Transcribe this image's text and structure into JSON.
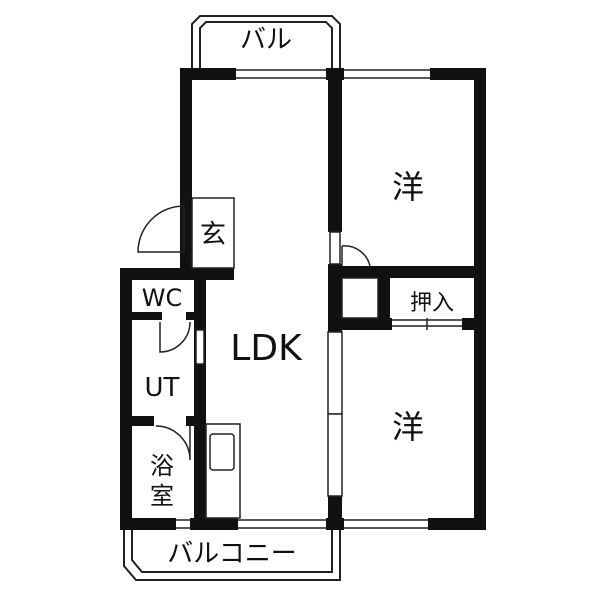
{
  "floorplan": {
    "rooms": {
      "balcony_top": "バル",
      "genkan": "玄",
      "wc": "WC",
      "ut": "UT",
      "bath_line1": "浴",
      "bath_line2": "室",
      "ldk": "LDK",
      "western_upper": "洋",
      "western_lower": "洋",
      "closet": "押入",
      "balcony_bottom": "バルコニー"
    },
    "colors": {
      "wall": "#111111",
      "background": "#ffffff",
      "line": "#222222"
    }
  }
}
